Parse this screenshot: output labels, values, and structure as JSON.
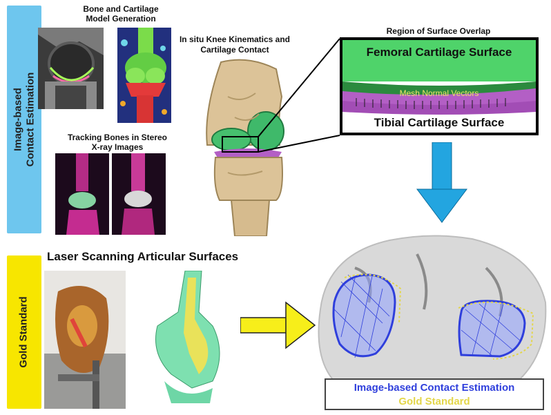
{
  "top_section": {
    "label": "Image-based\nContact Estimation",
    "color": "#6ec6ee",
    "bone_model": {
      "caption": "Bone and Cartilage\nModel Generation"
    },
    "tracking": {
      "caption": "Tracking Bones in Stereo\nX-ray Images"
    },
    "knee": {
      "caption": "In situ Knee Kinematics and\nCartilage Contact"
    },
    "overlap": {
      "title": "Region of Surface Overlap",
      "femoral_label": "Femoral Cartilage Surface",
      "mesh_label": "Mesh Normal Vectors",
      "tibial_label": "Tibial Cartilage Surface"
    }
  },
  "bottom_section": {
    "label": "Gold Standard",
    "color": "#f7e600",
    "title": "Laser Scanning Articular Surfaces"
  },
  "result": {
    "legend_primary": "Image-based Contact Estimation",
    "legend_secondary": "Gold Standard",
    "primary_color": "#2f3fdc",
    "secondary_color": "#e3d64a"
  },
  "colors": {
    "arrow_blue": "#23a5e0",
    "arrow_yellow": "#f7ee1a",
    "cartilage_green": "#3fb96a",
    "bone_tan": "#dcc398",
    "mesh_purple": "#b35fc5"
  }
}
